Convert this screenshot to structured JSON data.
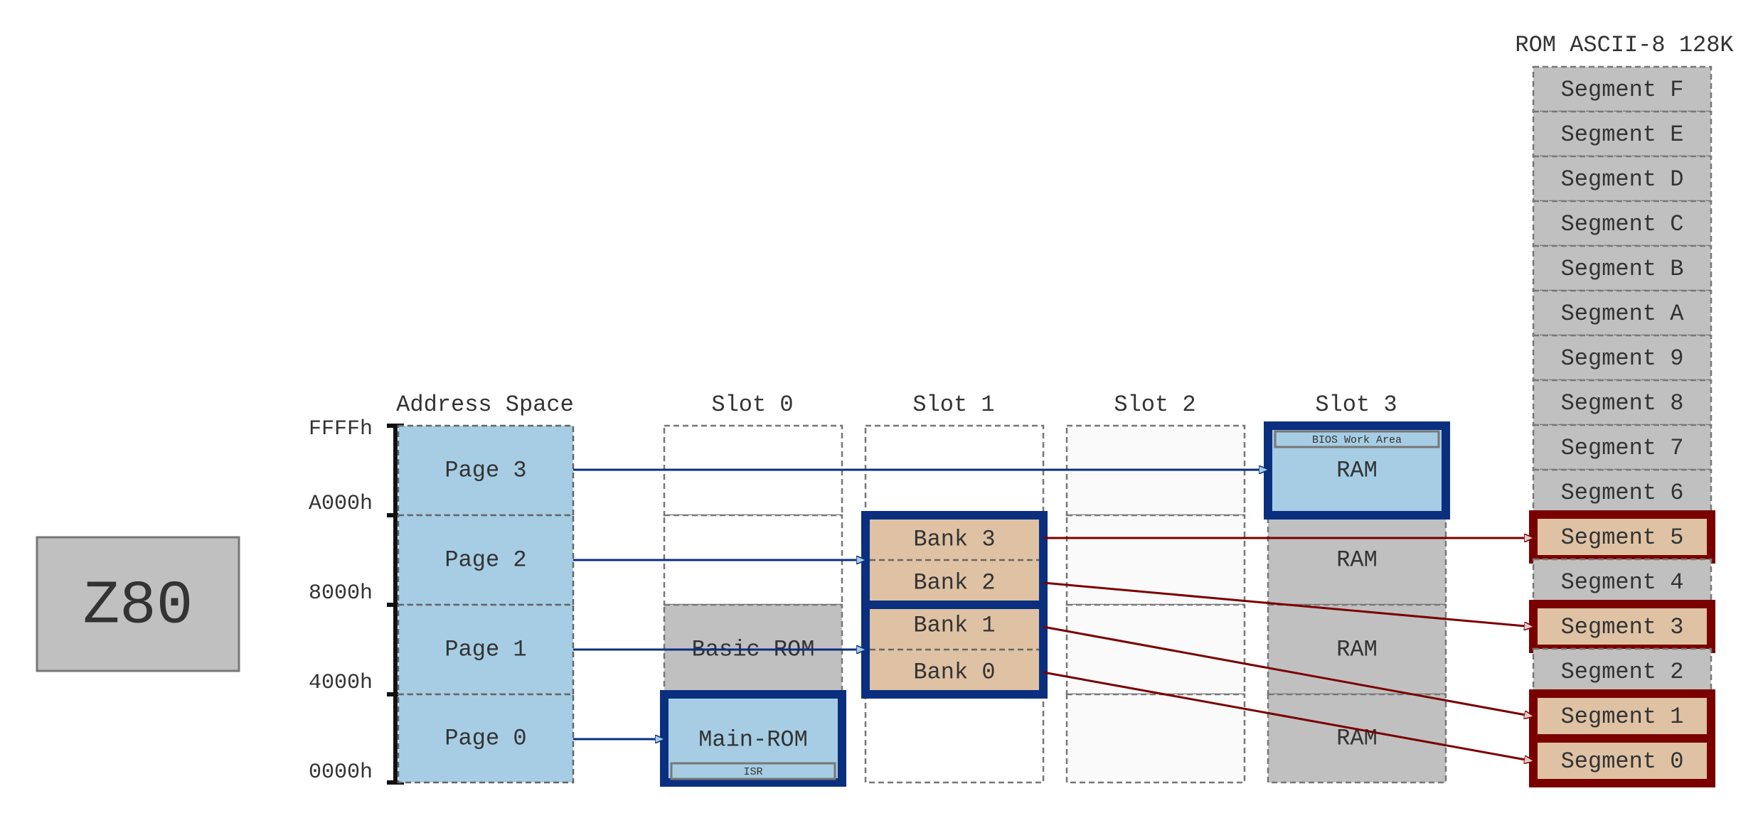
{
  "cpu": {
    "label": "Z80"
  },
  "columns": {
    "address_space": "Address Space",
    "slot0": "Slot 0",
    "slot1": "Slot 1",
    "slot2": "Slot 2",
    "slot3": "Slot 3",
    "rom": "ROM ASCII-8 128K"
  },
  "addresses": [
    "FFFFh",
    "A000h",
    "8000h",
    "4000h",
    "0000h"
  ],
  "pages": [
    "Page 3",
    "Page 2",
    "Page 1",
    "Page 0"
  ],
  "slot0": {
    "basic_rom": "Basic ROM",
    "main_rom": "Main-ROM",
    "isr": "ISR"
  },
  "slot1": {
    "banks": [
      "Bank 3",
      "Bank 2",
      "Bank 1",
      "Bank 0"
    ]
  },
  "slot3": {
    "bios_work_area": "BIOS Work Area",
    "ram": [
      "RAM",
      "RAM",
      "RAM",
      "RAM"
    ]
  },
  "rom_segments": [
    "Segment F",
    "Segment E",
    "Segment D",
    "Segment C",
    "Segment B",
    "Segment A",
    "Segment 9",
    "Segment 8",
    "Segment 7",
    "Segment 6",
    "Segment 5",
    "Segment 4",
    "Segment 3",
    "Segment 2",
    "Segment 1",
    "Segment 0"
  ],
  "colors": {
    "page_fill": "#a6cde3",
    "bank_fill": "#dfc2a4",
    "gray_fill": "#c0c0c0",
    "empty_fill": "#fafafa",
    "blue_border": "#0b2f7f",
    "red_border": "#7a0000",
    "blue_arrow": "#0b2f7f",
    "red_arrow": "#7a0000"
  }
}
